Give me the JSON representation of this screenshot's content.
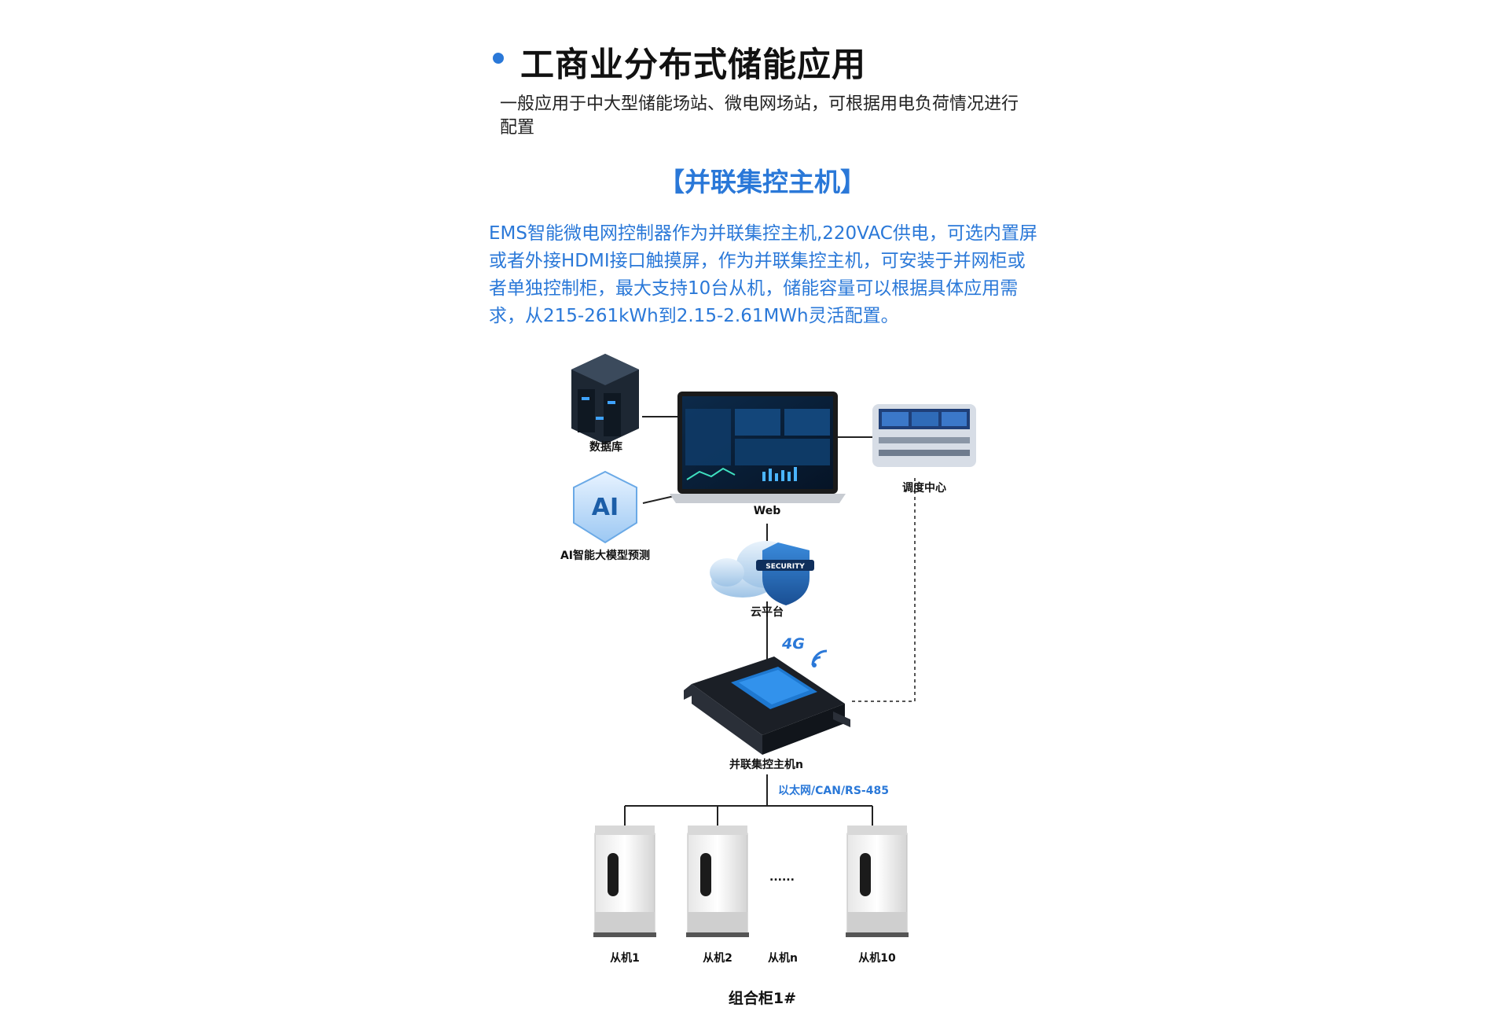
{
  "heading": {
    "title": "工商业分布式储能应用",
    "subtitle": "一般应用于中大型储能场站、微电网场站，可根据用电负荷情况进行配置"
  },
  "section": {
    "title": "【并联集控主机】",
    "description": "EMS智能微电网控制器作为并联集控主机,220VAC供电，可选内置屏或者外接HDMI接口触摸屏，作为并联集控主机，可安装于并网柜或者单独控制柜，最大支持10台从机，储能容量可以根据具体应用需求，从215-261kWh到2.15-2.61MWh灵活配置。"
  },
  "diagram": {
    "nodes": {
      "database": "数据库",
      "web": "Web",
      "dispatch": "调度中心",
      "ai": "AI智能大模型预测",
      "cloud": "云平台",
      "controller": "并联集控主机n",
      "cloud_badge": "SECURITY",
      "signal": "4G"
    },
    "connection_label": "以太网/CAN/RS-485",
    "ellipsis": "......",
    "slaves": [
      "从机1",
      "从机2",
      "从机n",
      "从机10"
    ],
    "footer": "组合柜1#"
  }
}
